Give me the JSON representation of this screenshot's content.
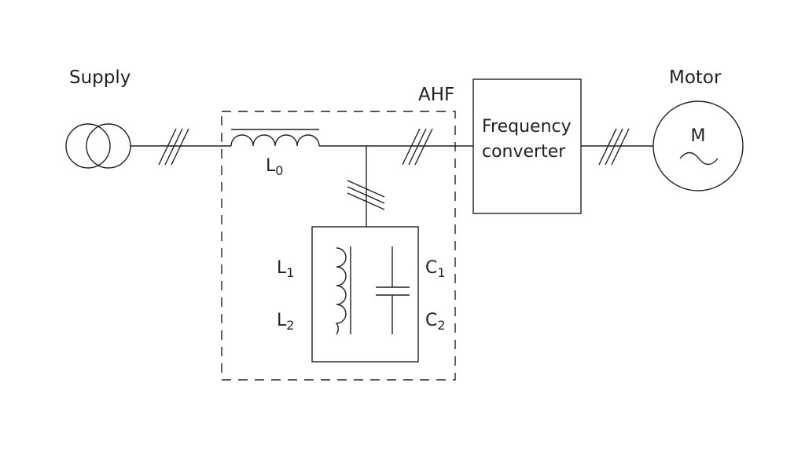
{
  "supply": {
    "label": "Supply"
  },
  "ahf": {
    "label": "AHF"
  },
  "inductor_l0": {
    "letter": "L",
    "sub": "0"
  },
  "filter": {
    "l1": {
      "letter": "L",
      "sub": "1"
    },
    "l2": {
      "letter": "L",
      "sub": "2"
    },
    "c1": {
      "letter": "C",
      "sub": "1"
    },
    "c2": {
      "letter": "C",
      "sub": "2"
    }
  },
  "converter": {
    "line1": "Frequency",
    "line2": "converter"
  },
  "motor": {
    "label": "Motor",
    "symbol": "M"
  },
  "icons": {
    "transformer": "transformer-icon",
    "motor": "motor-icon",
    "inductor": "inductor-icon",
    "capacitor": "capacitor-icon",
    "three_phase": "three-phase-marker-icon"
  },
  "colors": {
    "ink": "#231f20",
    "background": "#ffffff"
  }
}
